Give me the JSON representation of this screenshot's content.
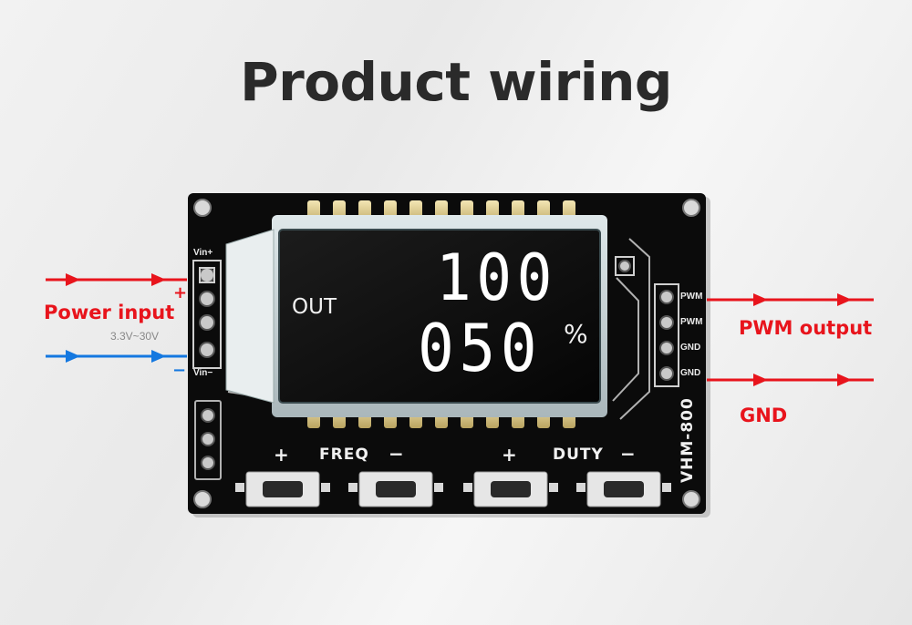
{
  "title": "Product wiring",
  "labels": {
    "power_input": "Power input",
    "voltage_range": "3.3V~30V",
    "plus": "+",
    "minus": "−",
    "pwm_output": "PWM output",
    "gnd": "GND"
  },
  "board": {
    "display": {
      "mode": "OUT",
      "frequency": "100",
      "duty": "050",
      "unit": "%"
    },
    "buttons": {
      "freq_label": "FREQ",
      "duty_label": "DUTY",
      "plus": "+",
      "minus": "−"
    },
    "pins_left": {
      "vin_plus": "Vin+",
      "vin_minus": "Vin−"
    },
    "pins_right": [
      "PWM",
      "PWM",
      "GND",
      "GND"
    ],
    "model": "VHM-800"
  },
  "colors": {
    "positive_wire": "#e8141c",
    "negative_wire": "#1478e0",
    "pcb": "#0b0b0b"
  }
}
